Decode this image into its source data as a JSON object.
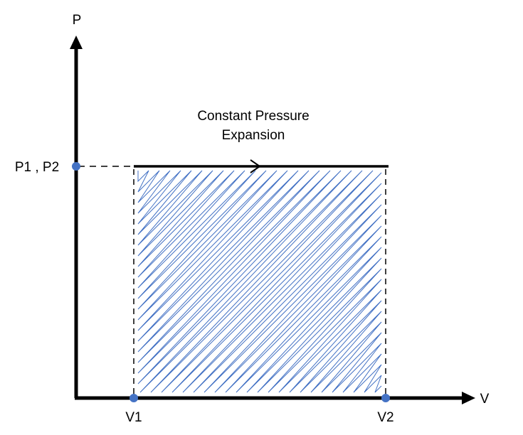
{
  "axes": {
    "x_label": "V",
    "y_label": "P"
  },
  "points": {
    "pressure_label": "P1 , P2",
    "v1_label": "V1",
    "v2_label": "V2"
  },
  "process": {
    "label_line1": "Constant Pressure",
    "label_line2": "Expansion"
  },
  "colors": {
    "axis": "#000000",
    "marker": "#4472C4",
    "hatch": "#4472C4"
  }
}
